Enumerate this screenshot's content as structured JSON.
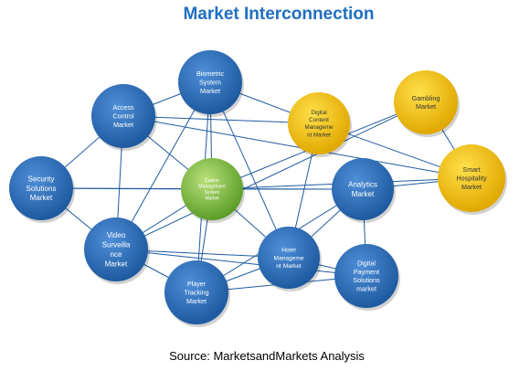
{
  "title": "Market Interconnection",
  "source": "Source: MarketsandMarkets Analysis",
  "colors": {
    "blue": "#1e5aa0",
    "blue_light": "#4f8fd8",
    "green": "#5d9e2a",
    "green_light": "#b9e07a",
    "yellow": "#e0a800",
    "yellow_light": "#ffe04a",
    "edge": "#1e5aa0",
    "title": "#1f6fc1"
  },
  "nodes": [
    {
      "id": "biometric",
      "lines": [
        "Biometric",
        "System",
        "Market"
      ],
      "color": "blue"
    },
    {
      "id": "access",
      "lines": [
        "Access",
        "Control",
        "Market"
      ],
      "color": "blue"
    },
    {
      "id": "digital-content",
      "lines": [
        "Digital",
        "Content",
        "Manageme",
        "nt Market"
      ],
      "color": "yellow"
    },
    {
      "id": "gambling",
      "lines": [
        "Gambling",
        "Market"
      ],
      "color": "yellow"
    },
    {
      "id": "smart-hospitality",
      "lines": [
        "Smart",
        "Hospitality",
        "Market"
      ],
      "color": "yellow"
    },
    {
      "id": "security",
      "lines": [
        "Security",
        "Solutions",
        "Market"
      ],
      "color": "blue"
    },
    {
      "id": "casino",
      "lines": [
        "Casino",
        "Management",
        "System",
        "Market"
      ],
      "color": "green"
    },
    {
      "id": "analytics",
      "lines": [
        "Analytics",
        "Market"
      ],
      "color": "blue"
    },
    {
      "id": "video",
      "lines": [
        "Video",
        "Surveilla",
        "nce",
        "Market"
      ],
      "color": "blue"
    },
    {
      "id": "hotel",
      "lines": [
        "Hotel",
        "Manageme",
        "nt Market"
      ],
      "color": "blue"
    },
    {
      "id": "digital-payment",
      "lines": [
        "Digital",
        "Payment",
        "Solutions",
        "market"
      ],
      "color": "blue"
    },
    {
      "id": "player",
      "lines": [
        "Player",
        "Tracking",
        "Market"
      ],
      "color": "blue"
    }
  ],
  "edges": [
    [
      "access",
      "biometric"
    ],
    [
      "access",
      "security"
    ],
    [
      "access",
      "video"
    ],
    [
      "access",
      "casino"
    ],
    [
      "access",
      "smart-hospitality"
    ],
    [
      "access",
      "digital-content"
    ],
    [
      "biometric",
      "digital-content"
    ],
    [
      "biometric",
      "casino"
    ],
    [
      "biometric",
      "hotel"
    ],
    [
      "biometric",
      "video"
    ],
    [
      "biometric",
      "player"
    ],
    [
      "digital-content",
      "smart-hospitality"
    ],
    [
      "digital-content",
      "hotel"
    ],
    [
      "gambling",
      "smart-hospitality"
    ],
    [
      "gambling",
      "casino"
    ],
    [
      "gambling",
      "video"
    ],
    [
      "security",
      "casino"
    ],
    [
      "security",
      "analytics"
    ],
    [
      "security",
      "video"
    ],
    [
      "casino",
      "analytics"
    ],
    [
      "casino",
      "smart-hospitality"
    ],
    [
      "casino",
      "video"
    ],
    [
      "casino",
      "player"
    ],
    [
      "casino",
      "hotel"
    ],
    [
      "analytics",
      "hotel"
    ],
    [
      "analytics",
      "digital-payment"
    ],
    [
      "analytics",
      "smart-hospitality"
    ],
    [
      "video",
      "player"
    ],
    [
      "video",
      "hotel"
    ],
    [
      "video",
      "digital-payment"
    ],
    [
      "player",
      "hotel"
    ],
    [
      "player",
      "digital-payment"
    ],
    [
      "player",
      "analytics"
    ],
    [
      "hotel",
      "digital-payment"
    ]
  ]
}
